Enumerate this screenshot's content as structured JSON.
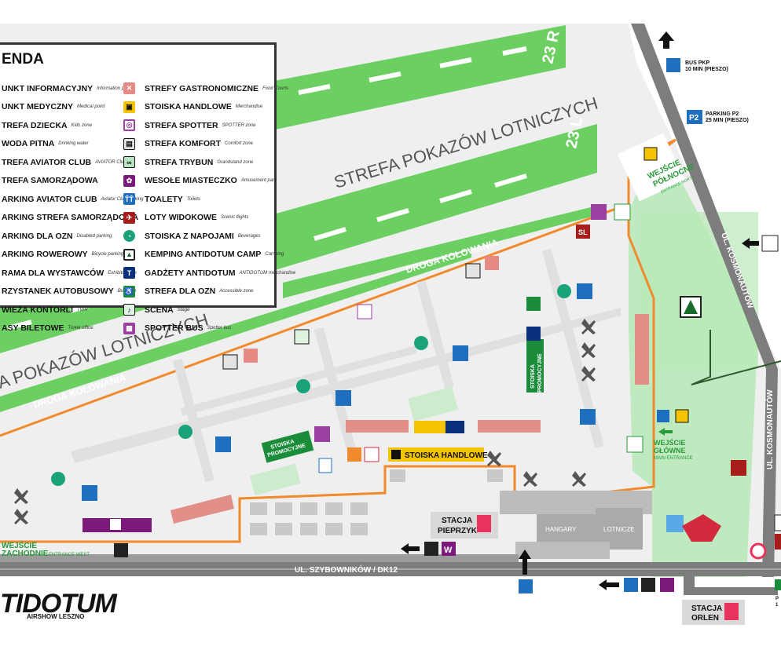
{
  "legend": {
    "title": "ENDA",
    "col1": [
      {
        "pl": "UNKT INFORMACYJNY",
        "en": "Information point",
        "icon": "info-icon"
      },
      {
        "pl": "UNKT MEDYCZNY",
        "en": "Medical point",
        "icon": "medical-icon"
      },
      {
        "pl": "TREFA DZIECKA",
        "en": "Kids zone",
        "icon": "kids-icon"
      },
      {
        "pl": "WODA PITNA",
        "en": "Drinking water",
        "icon": "water-icon"
      },
      {
        "pl": "TREFA AVIATOR CLUB",
        "en": "AVIATOR Club",
        "icon": "aviator-icon"
      },
      {
        "pl": "TREFA SAMORZĄDOWA",
        "en": "",
        "icon": "government-icon"
      },
      {
        "pl": "ARKING AVIATOR CLUB",
        "en": "Aviator Club parking",
        "icon": "parking-icon"
      },
      {
        "pl": "ARKING STREFA SAMORZĄDOWA",
        "en": "",
        "icon": "parking-icon"
      },
      {
        "pl": "ARKING DLA OZN",
        "en": "Disabled parking",
        "icon": "parking-icon"
      },
      {
        "pl": "ARKING ROWEROWY",
        "en": "Bicycle parking",
        "icon": "bicycle-icon"
      },
      {
        "pl": "RAMA DLA WYSTAWCÓW",
        "en": "Exhibitor gate",
        "icon": "gate-icon"
      },
      {
        "pl": "RZYSTANEK AUTOBUSOWY",
        "en": "Bus stop",
        "icon": "bus-icon"
      },
      {
        "pl": "WIEŻA KONTORLI",
        "en": "TWR",
        "icon": "tower-icon"
      },
      {
        "pl": "ASY BILETOWE",
        "en": "Ticket office",
        "icon": "ticket-icon"
      }
    ],
    "col2": [
      {
        "pl": "STREFY GASTRONOMICZNE",
        "en": "Food Courts",
        "icon": "food-court-icon",
        "color": "#e88a84"
      },
      {
        "pl": "STOISKA HANDLOWE",
        "en": "Merchandise",
        "icon": "basket-icon",
        "color": "#f5c400"
      },
      {
        "pl": "STREFA SPOTTER",
        "en": "SPOTTER zone",
        "icon": "camera-icon",
        "color": "#9b3fa0"
      },
      {
        "pl": "STREFA KOMFORT",
        "en": "Comfort zone",
        "icon": "armchair-icon",
        "color": "#e3e3e3"
      },
      {
        "pl": "STREFA TRYBUN",
        "en": "Grandstand zone",
        "icon": "binoculars-icon",
        "color": "#b6e6c3"
      },
      {
        "pl": "WESOŁE MIASTECZKO",
        "en": "Amusement park",
        "icon": "carousel-icon",
        "color": "#7c1a7c"
      },
      {
        "pl": "TOALETY",
        "en": "Toilets",
        "icon": "toilet-icon",
        "color": "#1f6fbf"
      },
      {
        "pl": "LOTY WIDOKOWE",
        "en": "Scenic flights",
        "icon": "scenic-flight-icon",
        "color": "#a81c1c"
      },
      {
        "pl": "STOISKA Z NAPOJAMI",
        "en": "Beverages",
        "icon": "drink-icon",
        "color": "#1aa37a"
      },
      {
        "pl": "KEMPING ANTIDOTUM CAMP",
        "en": "Camping",
        "icon": "tent-icon",
        "color": "#222222"
      },
      {
        "pl": "GADŻETY ANTIDOTUM",
        "en": "ANTIDOTUM merchandise",
        "icon": "tshirt-icon",
        "color": "#0b2f7a"
      },
      {
        "pl": "STREFA DLA OZN",
        "en": "Accessible zone",
        "icon": "wheelchair-icon",
        "color": "#1a8c3a"
      },
      {
        "pl": "SCENA",
        "en": "Stage",
        "icon": "stage-icon",
        "color": "#dff2e0"
      },
      {
        "pl": "SPOTTER BUS",
        "en": "Spotter bus",
        "icon": "spotter-bus-icon",
        "color": "#9b3fa0"
      }
    ]
  },
  "map": {
    "runway_23r": "23 R",
    "runway_23l": "23 L",
    "show_zone_main": "STREFA POKAZÓW LOTNICZYCH",
    "show_zone_lower": "A POKAZÓW LOTNICZYCH",
    "taxiway_upper": "DROGA KOŁOWANIA",
    "taxiway_lower": "DROGA KOŁOWANIA",
    "bus_pkp": [
      "BUS PKP",
      "10 MIN (PIESZO)"
    ],
    "parking_p2": [
      "PARKING P2",
      "25 MIN (PIESZO)"
    ],
    "p2_label": "P2",
    "north_entrance": [
      "WEJŚCIE",
      "PÓŁNOCNE"
    ],
    "north_entrance_en": "ENTRANCE NORTH",
    "main_entrance": [
      "WEJŚCIE",
      "GŁÓWNE"
    ],
    "main_entrance_en": "MAIN ENTRANCE",
    "west_entrance": [
      "WEJŚCIE",
      "ZACHODNIE"
    ],
    "west_entrance_en": "ENTRANCE WEST",
    "street_kosmonautow_1": "UL. KOSMONAUTÓW",
    "street_kosmonautow_2": "UL. KOSMONAUTÓW",
    "street_szybownikow": "UL. SZYBOWNIKÓW / DK12",
    "stoiska_handlowe": "STOISKA HANDLOWE",
    "stoiska_promocyjne_1": [
      "STOISKA",
      "PROMOCYJNE"
    ],
    "stoiska_promocyjne_2": [
      "STOISKA",
      "PROMOCYJNE"
    ],
    "stacja_pieprzyk": [
      "STACJA",
      "PIEPRZYK"
    ],
    "stacja_orlen": [
      "STACJA",
      "ORLEN"
    ],
    "hangary": "HANGARY",
    "lotnicze": "LOTNICZE",
    "sl_label": "SL",
    "w_label": "W",
    "right_edge": [
      "P",
      "1"
    ]
  },
  "logo": {
    "main": "TIDOTUM",
    "sub": "AIRSHOW LESZNO"
  },
  "colors": {
    "runway": "#6ccf62",
    "grass": "#b8e8b8",
    "path": "#e3e3e3",
    "orange": "#f08a2c",
    "road": "#7d7d7d",
    "purple": "#7c1a7c"
  }
}
